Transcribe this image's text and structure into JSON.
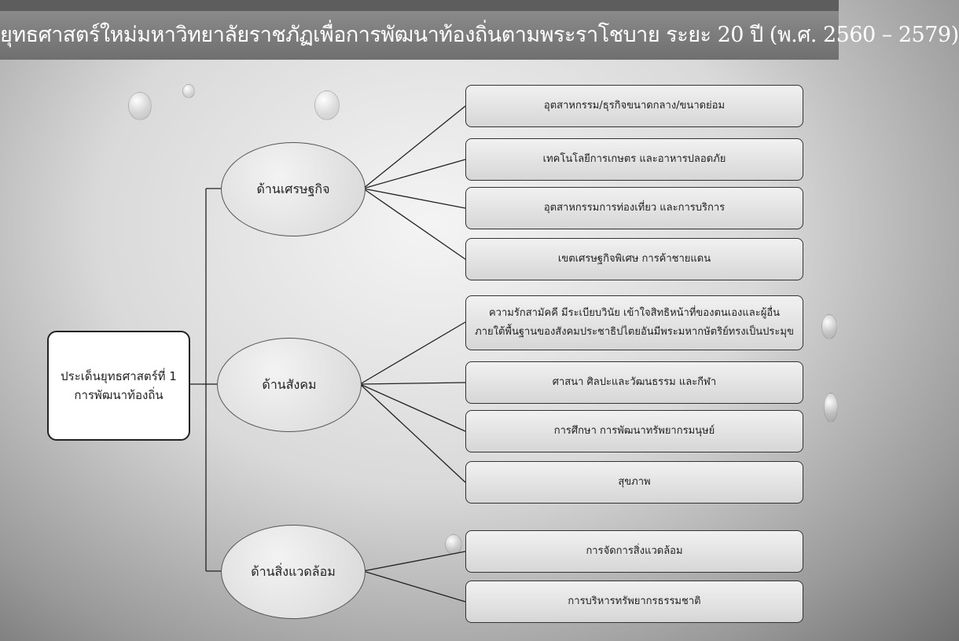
{
  "title": "ยุทธศาสตร์ใหม่มหาวิทยาลัยราชภัฏเพื่อการพัฒนาท้องถิ่นตามพระราโชบาย ระยะ 20 ปี (พ.ศ. 2560 – 2579)",
  "root": {
    "line1": "ประเด็นยุทธศาสตร์ที่ 1",
    "line2": "การพัฒนาท้องถิ่น"
  },
  "branches": [
    {
      "label": "ด้านเศรษฐกิจ",
      "items": [
        "อุตสาหกรรม/ธุรกิจขนาดกลาง/ขนาดย่อม",
        "เทคโนโลยีการเกษตร และอาหารปลอดภัย",
        "อุตสาหกรรมการท่องเที่ยว และการบริการ",
        "เขตเศรษฐกิจพิเศษ การค้าชายแดน"
      ]
    },
    {
      "label": "ด้านสังคม",
      "items": [
        [
          "ความรักสามัคคี มีระเบียบวินัย เข้าใจสิทธิหน้าที่ของตนเองและผู้อื่น",
          "ภายใต้พื้นฐานของสังคมประชาธิปไตยอันมีพระมหากษัตริย์ทรงเป็นประมุข"
        ],
        "ศาสนา ศิลปะและวัฒนธรรม และกีฬา",
        "การศึกษา การพัฒนาทรัพยากรมนุษย์",
        "สุขภาพ"
      ]
    },
    {
      "label": "ด้านสิ่งแวดล้อม",
      "items": [
        "การจัดการสิ่งแวดล้อม",
        "การบริหารทรัพยากรธรรมชาติ"
      ]
    }
  ]
}
